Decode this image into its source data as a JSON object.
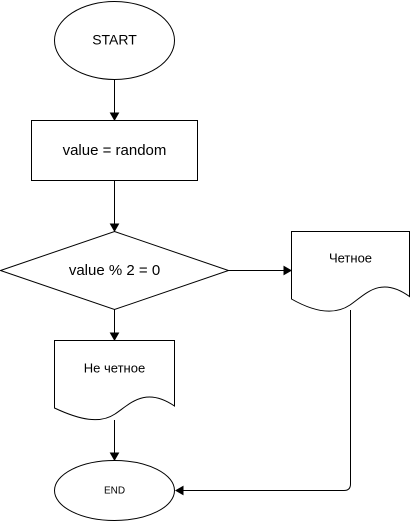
{
  "diagram": {
    "nodes": {
      "start": {
        "type": "terminator",
        "label": "START"
      },
      "assign": {
        "type": "process",
        "label": "value = random"
      },
      "decision": {
        "type": "decision",
        "label": "value % 2 = 0"
      },
      "even": {
        "type": "document",
        "label": "Четное"
      },
      "odd": {
        "type": "document",
        "label": "Не четное"
      },
      "end": {
        "type": "terminator",
        "label": "END"
      }
    },
    "edges": [
      {
        "from": "start",
        "to": "assign"
      },
      {
        "from": "assign",
        "to": "decision"
      },
      {
        "from": "decision",
        "to": "even"
      },
      {
        "from": "decision",
        "to": "odd"
      },
      {
        "from": "odd",
        "to": "end"
      },
      {
        "from": "even",
        "to": "end"
      }
    ],
    "colors": {
      "stroke": "#000000",
      "fill": "#ffffff",
      "background": "#ffffff"
    }
  }
}
